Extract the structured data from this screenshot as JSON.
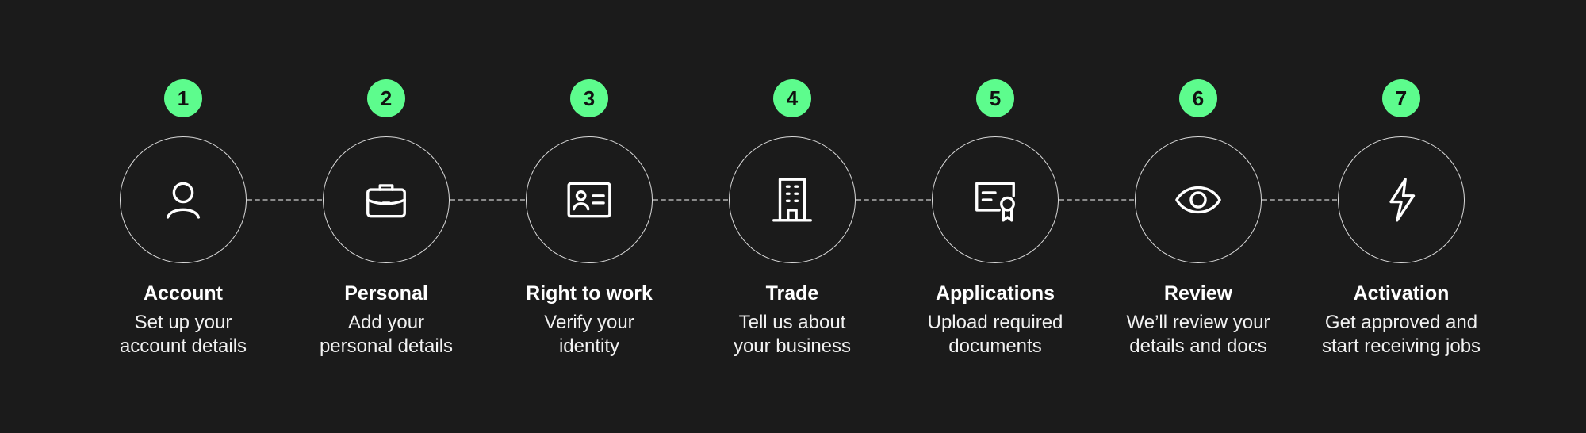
{
  "steps": [
    {
      "number": "1",
      "icon": "user-icon",
      "title": "Account",
      "desc_line1": "Set up your",
      "desc_line2": "account details"
    },
    {
      "number": "2",
      "icon": "briefcase-icon",
      "title": "Personal",
      "desc_line1": "Add your",
      "desc_line2": "personal details"
    },
    {
      "number": "3",
      "icon": "id-card-icon",
      "title": "Right to work",
      "desc_line1": "Verify your",
      "desc_line2": "identity"
    },
    {
      "number": "4",
      "icon": "building-icon",
      "title": "Trade",
      "desc_line1": "Tell us about",
      "desc_line2": "your business"
    },
    {
      "number": "5",
      "icon": "certificate-icon",
      "title": "Applications",
      "desc_line1": "Upload required",
      "desc_line2": "documents"
    },
    {
      "number": "6",
      "icon": "eye-icon",
      "title": "Review",
      "desc_line1": "We’ll review your",
      "desc_line2": "details and docs"
    },
    {
      "number": "7",
      "icon": "lightning-icon",
      "title": "Activation",
      "desc_line1": "Get approved and",
      "desc_line2": "start receiving jobs"
    }
  ],
  "colors": {
    "background": "#1b1b1b",
    "badge": "#5dfc8d",
    "text": "#ffffff",
    "connector": "#8a8a8a"
  }
}
